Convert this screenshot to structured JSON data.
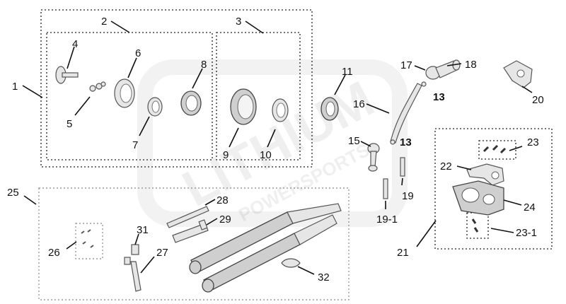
{
  "watermark": {
    "main": "LITHIUM",
    "sub": "POWERSPORTS"
  },
  "callouts": {
    "c1": "1",
    "c2": "2",
    "c3": "3",
    "c4": "4",
    "c5": "5",
    "c6": "6",
    "c7": "7",
    "c8": "8",
    "c9": "9",
    "c10": "10",
    "c11": "11",
    "c13a": "13",
    "c13b": "13",
    "c15": "15",
    "c16": "16",
    "c17": "17",
    "c18": "18",
    "c19": "19",
    "c19_1": "19-1",
    "c20": "20",
    "c21": "21",
    "c22": "22",
    "c23": "23",
    "c23_1": "23-1",
    "c24": "24",
    "c25": "25",
    "c26": "26",
    "c27": "27",
    "c28": "28",
    "c29": "29",
    "c31": "31",
    "c32": "32"
  }
}
